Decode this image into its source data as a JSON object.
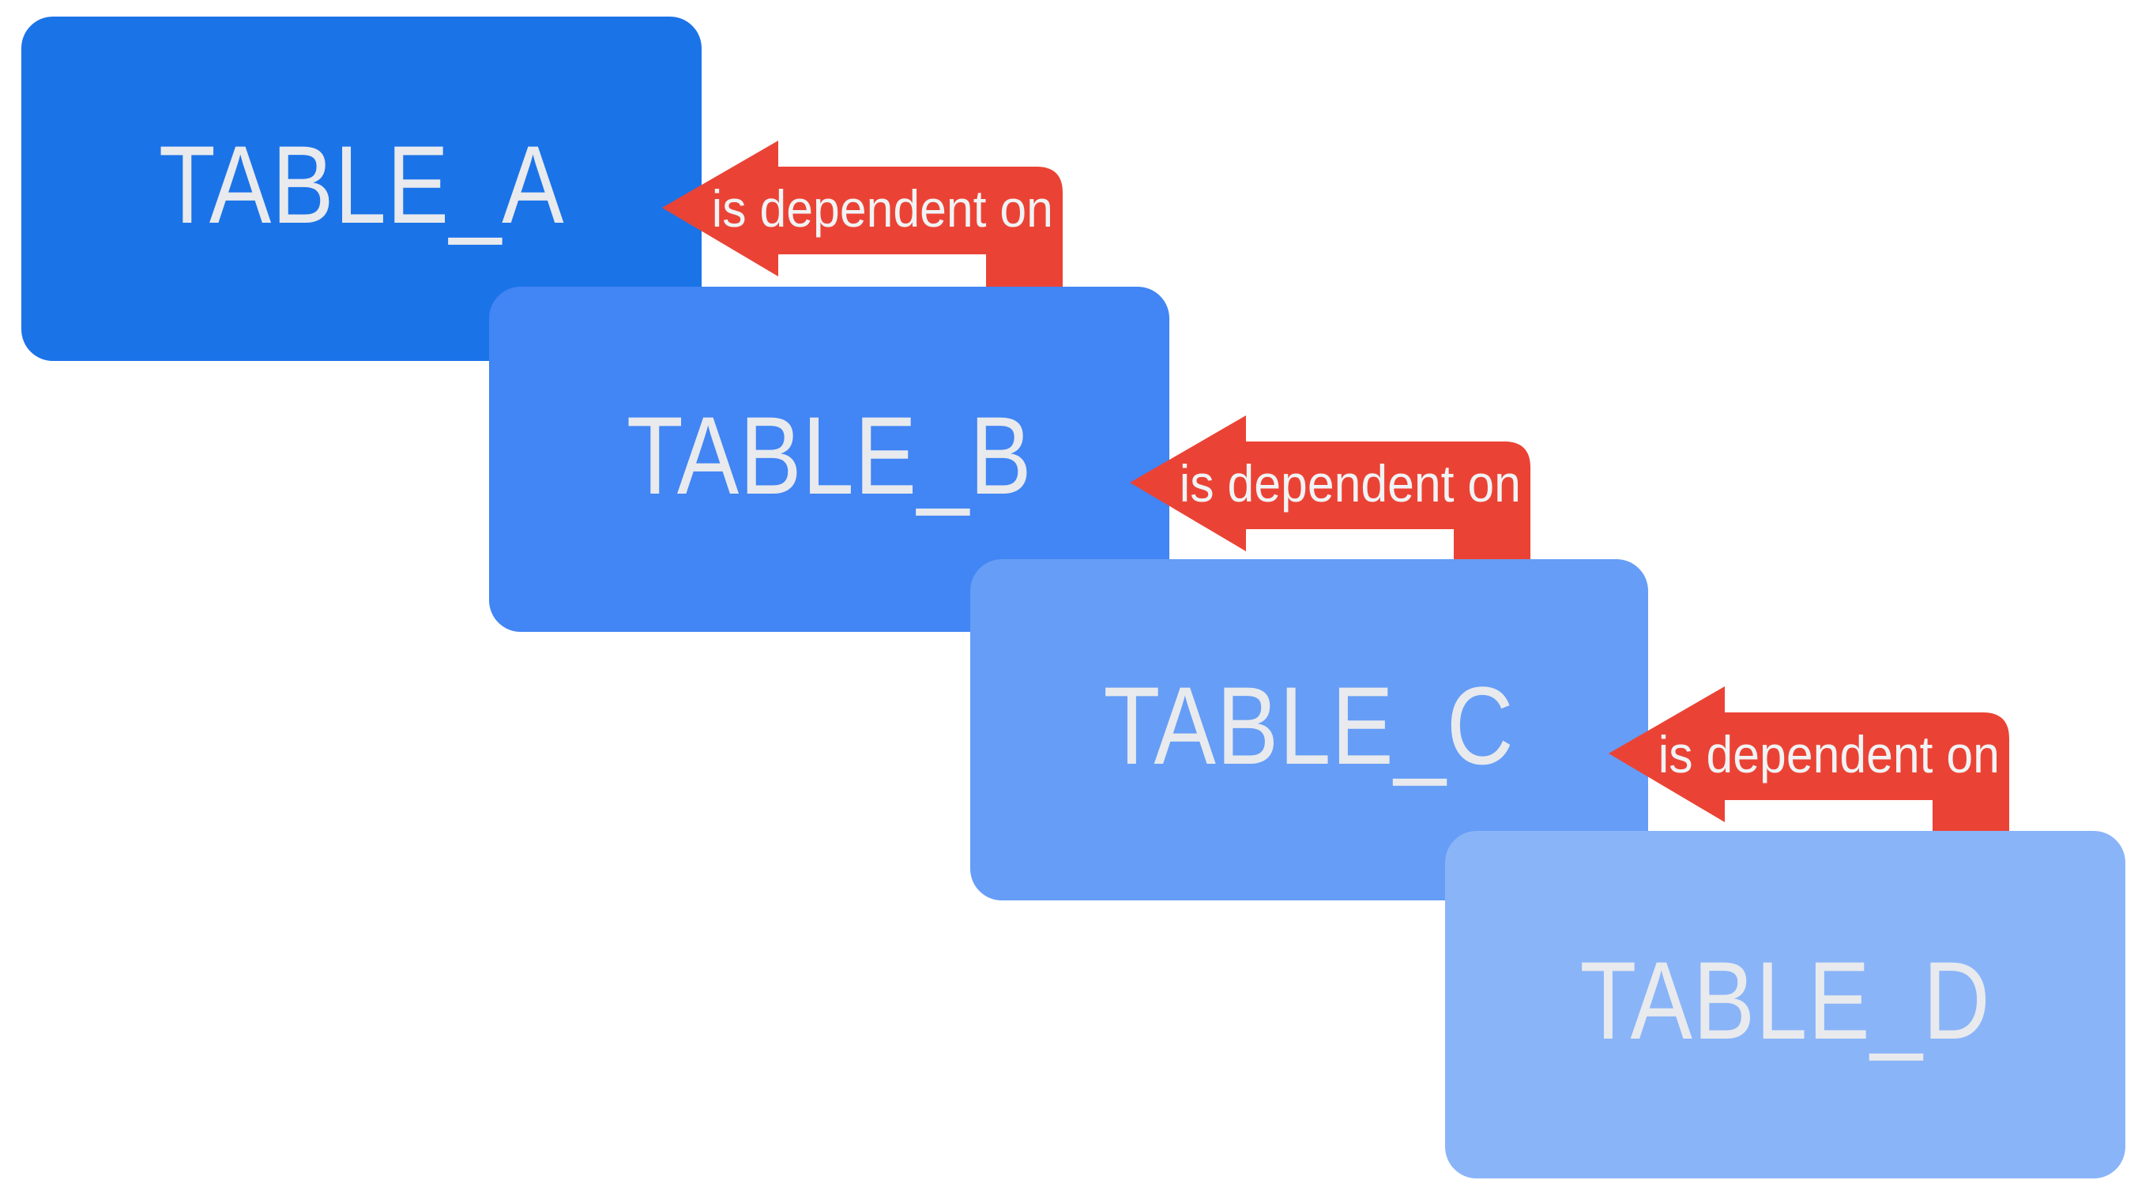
{
  "diagram": {
    "background_color": "#FFFFFF",
    "label_text_color": "#E8EAED",
    "arrow_text_color": "#F1F3F4",
    "arrow_color": "#EA4335",
    "tables": [
      {
        "name": "TABLE_A",
        "color": "#1B73E8"
      },
      {
        "name": "TABLE_B",
        "color": "#4285F4"
      },
      {
        "name": "TABLE_C",
        "color": "#669DF6"
      },
      {
        "name": "TABLE_D",
        "color": "#8AB4F8"
      }
    ],
    "arrows": [
      {
        "label": "is dependent on",
        "from": "TABLE_B",
        "to": "TABLE_A"
      },
      {
        "label": "is dependent on",
        "from": "TABLE_C",
        "to": "TABLE_B"
      },
      {
        "label": "is dependent on",
        "from": "TABLE_D",
        "to": "TABLE_C"
      }
    ]
  }
}
